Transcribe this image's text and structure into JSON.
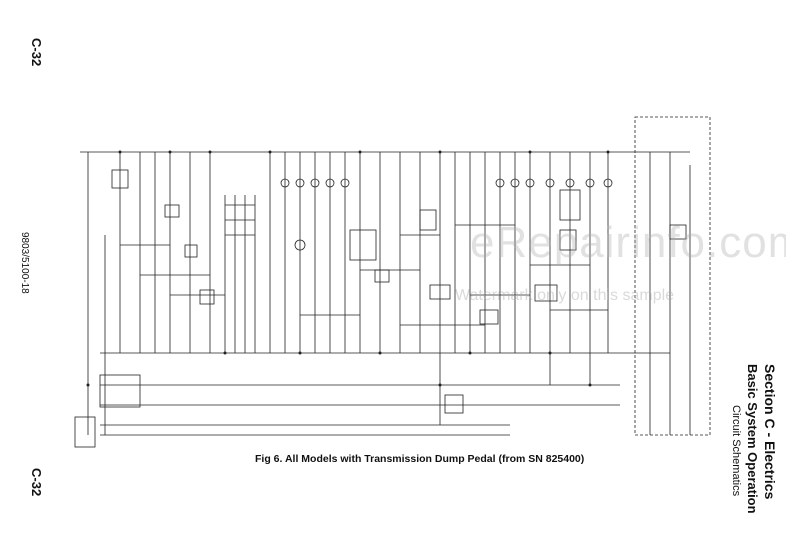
{
  "page": {
    "number_top": "C-32",
    "number_bottom": "C-32",
    "doc_code": "9803/5100-18"
  },
  "section": {
    "title": "Section C - Electrics",
    "subtitle": "Basic System Operation",
    "topic": "Circuit Schematics"
  },
  "figure": {
    "caption": "Fig 6. All Models with Transmission Dump Pedal (from SN 825400)"
  },
  "watermark": {
    "main": "eRepairinfo.com",
    "sub": "Watermark only on this sample"
  }
}
